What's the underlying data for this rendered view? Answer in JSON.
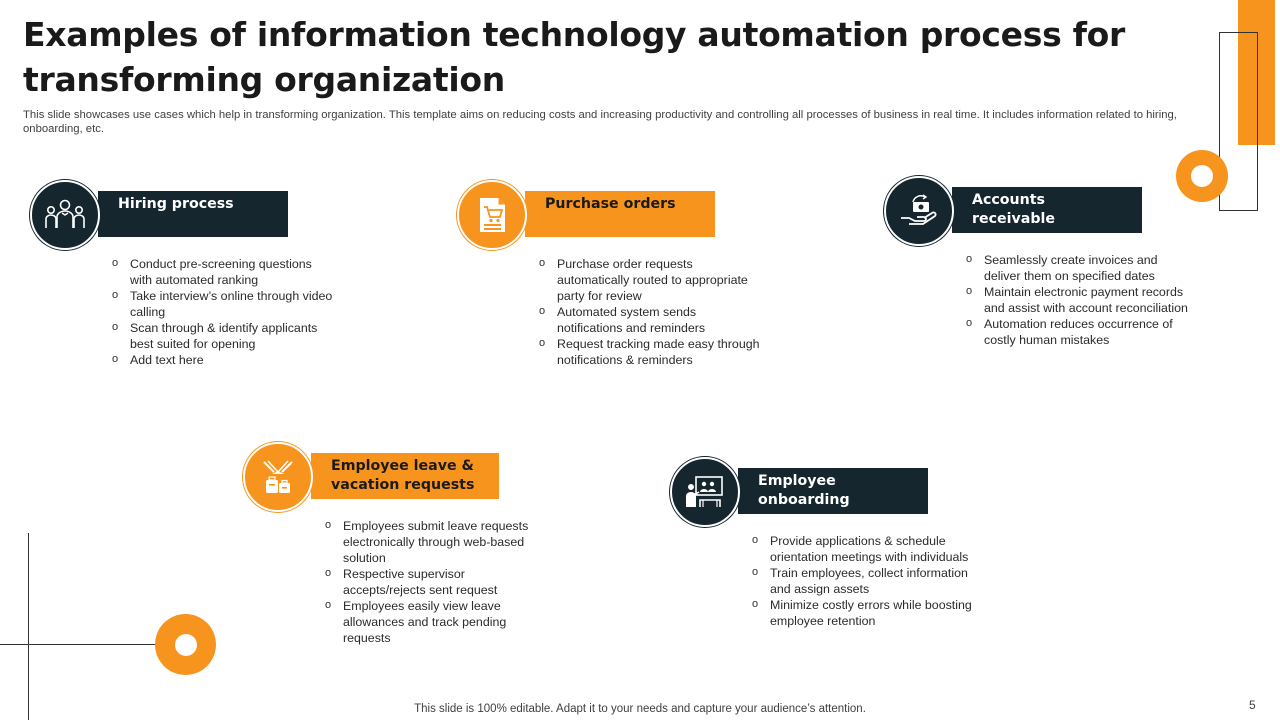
{
  "slide": {
    "title": "Examples of information technology automation process for transforming organization",
    "subtitle": "This slide showcases use cases which help in transforming organization. This template aims on reducing costs and increasing productivity and controlling all processes of business in real time. It includes information related to hiring, onboarding, etc.",
    "footer": "This slide is 100% editable. Adapt it to your needs and capture your audience’s attention.",
    "page_number": "5"
  },
  "colors": {
    "accent": "#f7941d",
    "dark": "#15262e"
  },
  "cards": [
    {
      "label": "Hiring process",
      "icon": "people-group-icon",
      "bullets": [
        "Conduct pre-screening questions with automated ranking",
        "Take interview’s online through video calling",
        "Scan through & identify applicants best suited for opening",
        "Add text here"
      ]
    },
    {
      "label": "Purchase orders",
      "icon": "shopping-cart-document-icon",
      "bullets": [
        "Purchase order requests automatically routed to appropriate party for review",
        "Automated system sends notifications and reminders",
        "Request tracking made easy through notifications & reminders"
      ]
    },
    {
      "label": "Accounts receivable",
      "icon": "hand-money-icon",
      "bullets": [
        "Seamlessly create invoices and deliver them on specified dates",
        "Maintain electronic payment records and assist with account reconciliation",
        "Automation reduces occurrence of costly human mistakes"
      ]
    },
    {
      "label": "Employee leave & vacation requests",
      "icon": "vacation-luggage-icon",
      "bullets": [
        "Employees submit leave requests electronically through web-based solution",
        "Respective supervisor accepts/rejects sent request",
        "Employees easily view leave allowances and track pending requests"
      ]
    },
    {
      "label": "Employee onboarding",
      "icon": "presentation-board-icon",
      "bullets": [
        "Provide applications & schedule orientation meetings with individuals",
        "Train employees, collect information and assign assets",
        "Minimize costly errors while boosting employee retention"
      ]
    }
  ]
}
